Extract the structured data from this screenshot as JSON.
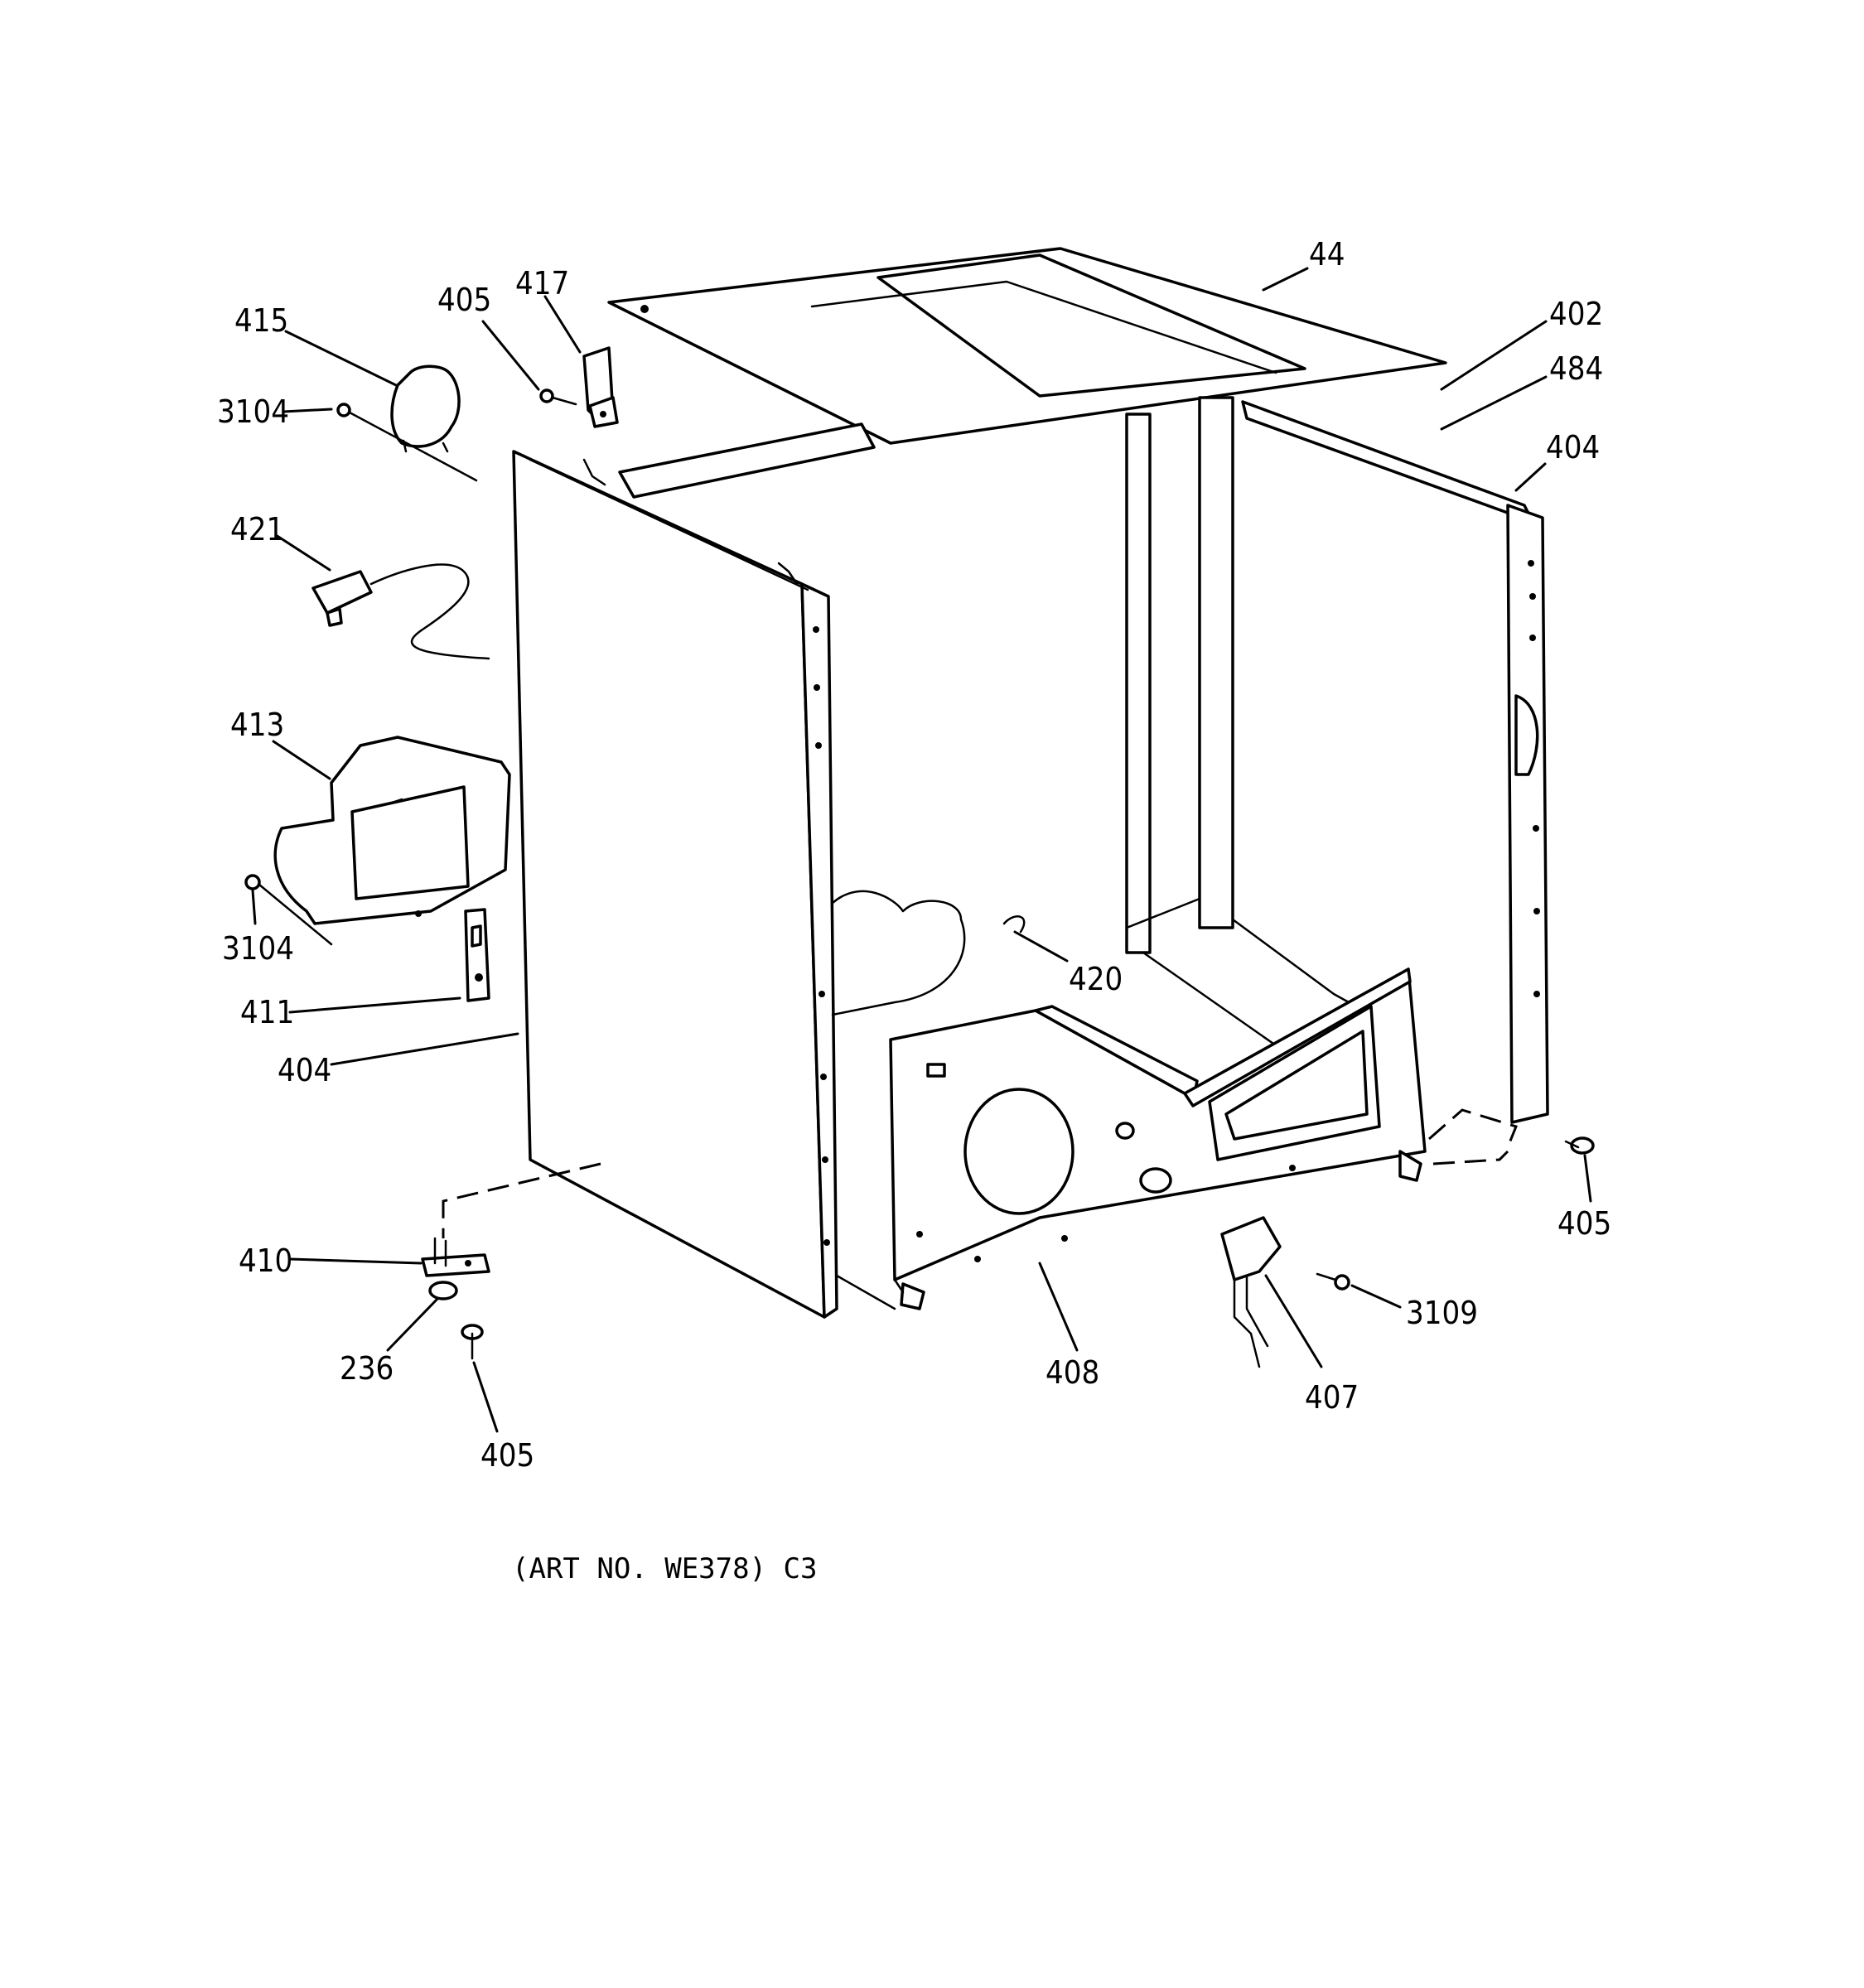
{
  "diagram": {
    "callouts": {
      "c44": "44",
      "c402": "402",
      "c484": "484",
      "c404_right": "404",
      "c415": "415",
      "c405_top": "405",
      "c417": "417",
      "c3104_top": "3104",
      "c421": "421",
      "c413": "413",
      "c3104_mid": "3104",
      "c420": "420",
      "c411": "411",
      "c404_left": "404",
      "c405_right": "405",
      "c410": "410",
      "c3109": "3109",
      "c236": "236",
      "c408": "408",
      "c407": "407",
      "c405_bottom": "405"
    },
    "art_number": "(ART NO. WE378) C3"
  }
}
